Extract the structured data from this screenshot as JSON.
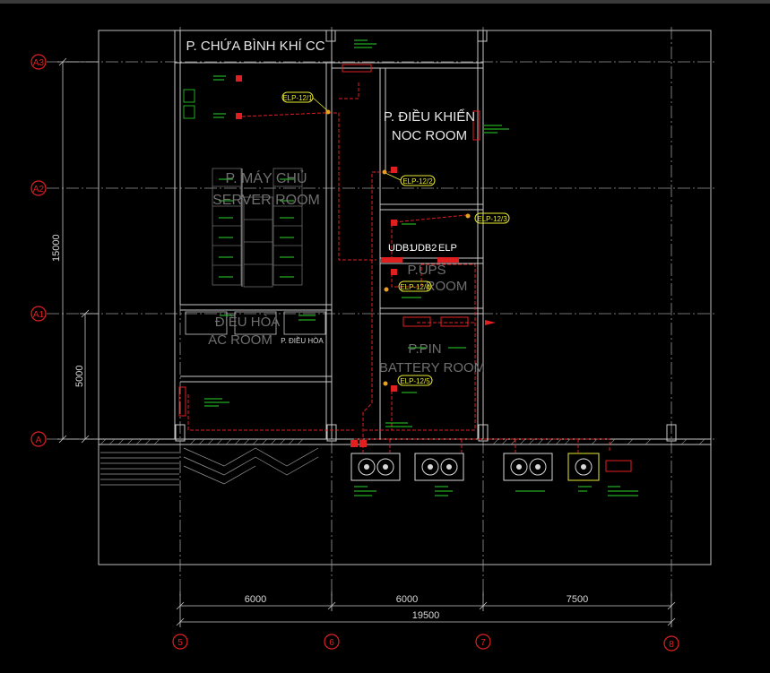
{
  "rooms": {
    "gas_room": "P. CHỨA BÌNH KHÍ CC",
    "control_vn": "P. ĐIỀU KHIỂN",
    "control_en": "NOC ROOM",
    "server_vn": "P. MÁY CHỦ",
    "server_en": "SERVER ROOM",
    "ups_vn": "P.UPS",
    "ups_en": "ROOM",
    "ac_vn": "ĐIỀU HÒA",
    "ac_en": "AC ROOM",
    "ac_small": "P. ĐIỀU HÒA",
    "battery_vn": "P.PIN",
    "battery_en": "BATTERY ROOM"
  },
  "panels": {
    "udb1": "UDB1",
    "udb2": "UDB2",
    "elp": "ELP"
  },
  "tags": {
    "elp1": "ELP-12/1",
    "elp2": "ELP-12/2",
    "elp3": "ELP-12/3",
    "elp4": "ELP-12/4",
    "elp5": "ELP-12/5"
  },
  "grid": {
    "row_a3": "A3",
    "row_a2": "A2",
    "row_a1": "A1",
    "row_a": "A",
    "col_5": "5",
    "col_6": "6",
    "col_7": "7",
    "col_8": "8"
  },
  "dimensions": {
    "vertical_total": "15000",
    "vertical_lower": "5000",
    "span_1": "6000",
    "span_2": "6000",
    "span_3": "7500",
    "total": "19500"
  },
  "colors": {
    "background": "#000000",
    "wall": "#c8c8c8",
    "pipe": "#e02020",
    "equipment_label": "#29d629",
    "tag": "#e8e830",
    "grid_bubble": "#e02020"
  }
}
